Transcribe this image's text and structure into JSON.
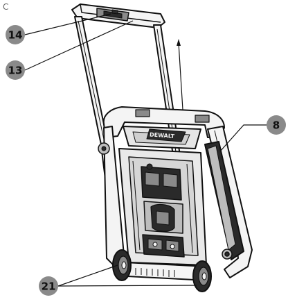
{
  "figure": {
    "corner_mark": "C",
    "callouts": [
      {
        "id": "c14",
        "label": "14"
      },
      {
        "id": "c13",
        "label": "13"
      },
      {
        "id": "c8",
        "label": "8"
      },
      {
        "id": "c21",
        "label": "21"
      }
    ],
    "brand_badge": "DEWALT",
    "colors": {
      "callout_fill": "#8a8a8a",
      "line": "#111111",
      "body_fill": "#f4f4f4",
      "dark_fill": "#2a2a2a",
      "mid_fill": "#bdbdbd"
    }
  }
}
